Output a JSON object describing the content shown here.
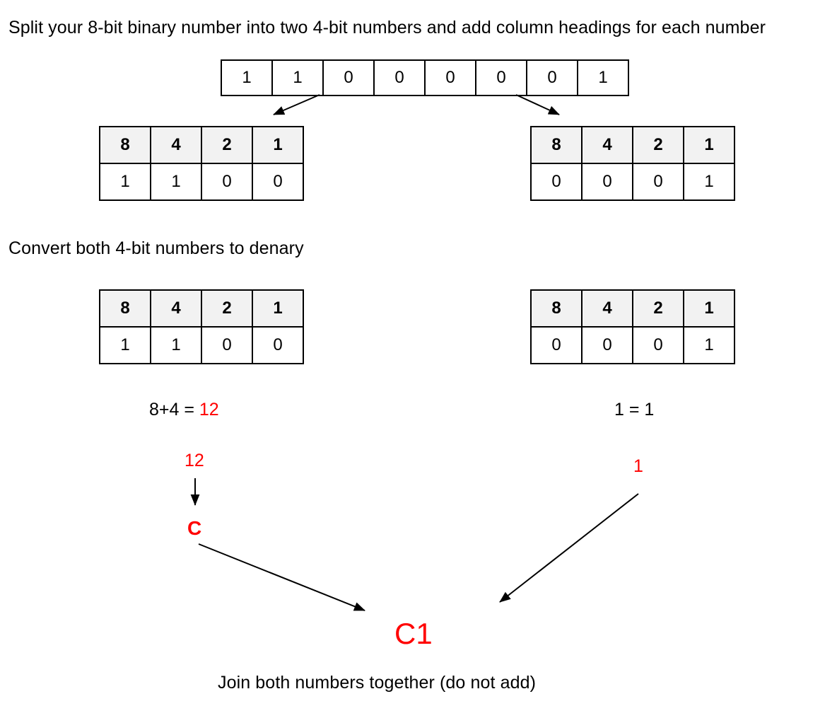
{
  "steps": {
    "step1_instruction": "Split your 8-bit binary number into two 4-bit numbers and add column headings for each number",
    "step2_instruction": "Convert both 4-bit numbers to denary",
    "final_instruction": "Join both numbers together (do not add)"
  },
  "byte": {
    "label": "8-bit binary number",
    "bits": [
      "1",
      "1",
      "0",
      "0",
      "0",
      "0",
      "0",
      "1"
    ]
  },
  "split": {
    "left": {
      "headings": [
        "8",
        "4",
        "2",
        "1"
      ],
      "bits": [
        "1",
        "1",
        "0",
        "0"
      ]
    },
    "right": {
      "headings": [
        "8",
        "4",
        "2",
        "1"
      ],
      "bits": [
        "0",
        "0",
        "0",
        "1"
      ]
    }
  },
  "convert": {
    "left": {
      "headings": [
        "8",
        "4",
        "2",
        "1"
      ],
      "heading_colors": [
        "red",
        "red",
        "black",
        "black"
      ],
      "bits": [
        "1",
        "1",
        "0",
        "0"
      ],
      "sum_expression": "8+4 = ",
      "sum_result": "12",
      "denary": "12",
      "hex_digit": "C"
    },
    "right": {
      "headings": [
        "8",
        "4",
        "2",
        "1"
      ],
      "heading_colors": [
        "black",
        "black",
        "black",
        "red"
      ],
      "bits": [
        "0",
        "0",
        "0",
        "1"
      ],
      "sum_expression": "1 = 1",
      "sum_result": "",
      "denary": "1",
      "hex_digit": "1"
    }
  },
  "result": {
    "hex_value": "C1"
  },
  "colors": {
    "highlight": "#ff0000",
    "text": "#000000",
    "header_fill": "#f2f2f2",
    "border": "#000000"
  }
}
